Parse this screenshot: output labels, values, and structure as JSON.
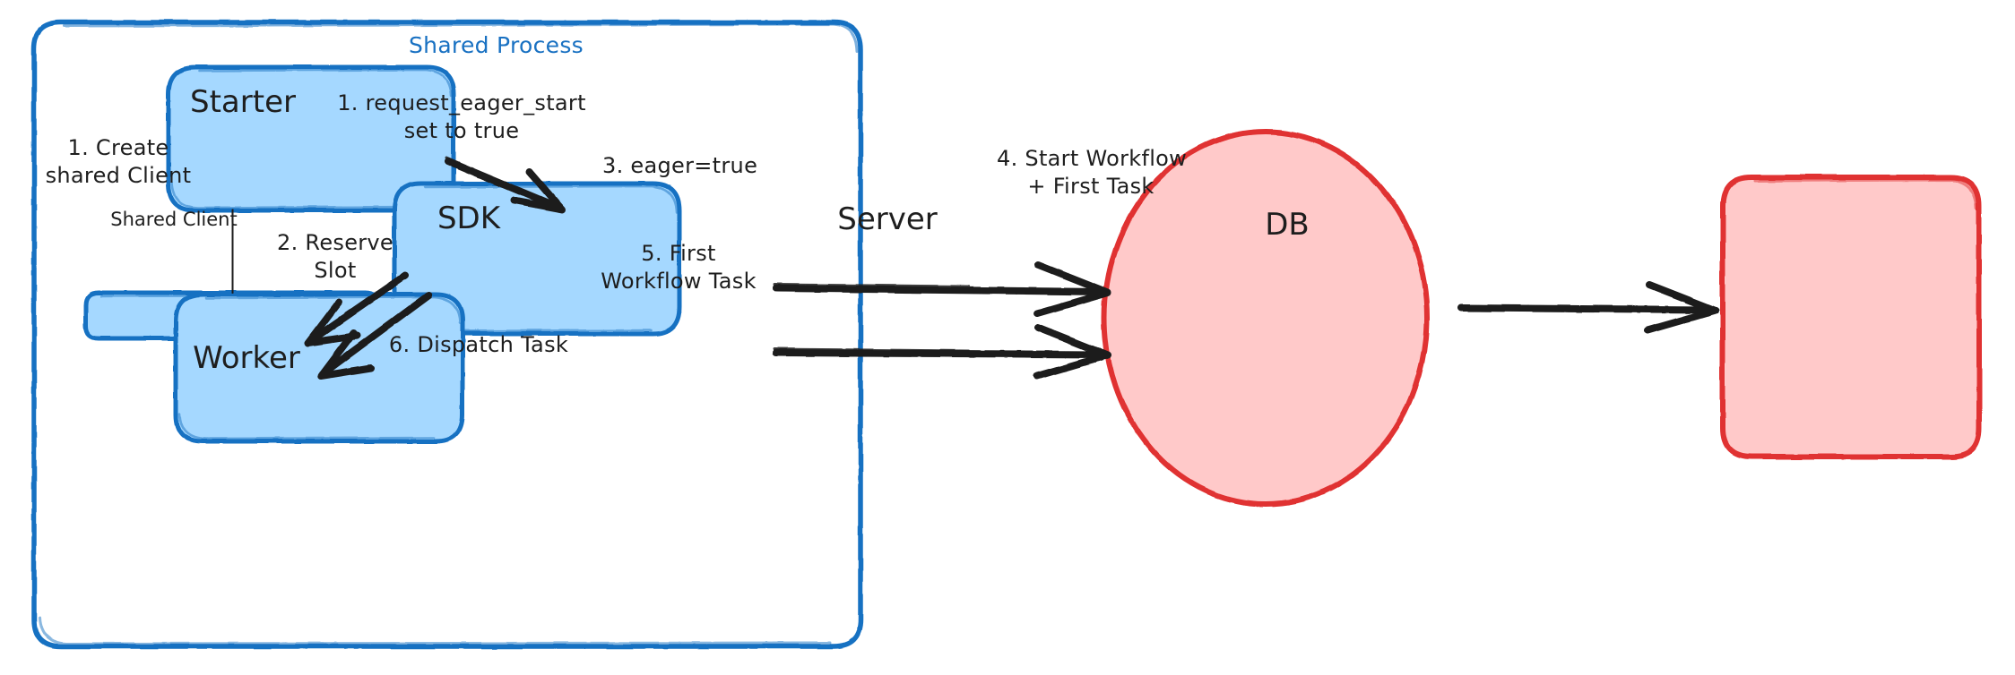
{
  "diagram": {
    "title": "Eager Workflow Start — Shared Process Flow",
    "style": "hand-drawn",
    "background": "#ffffff",
    "colors": {
      "blue_fill": "#a5d8ff",
      "blue_stroke": "#1971c2",
      "red_fill": "#ffc9c9",
      "red_stroke": "#e03131",
      "text": "#1e1e1e",
      "arrow": "#1e1e1e"
    }
  },
  "group": {
    "name": "shared-process",
    "title": "Shared Process",
    "title_color": "#1971c2"
  },
  "nodes": [
    {
      "id": "starter",
      "label": "Starter",
      "shape": "rounded-rect",
      "fill": "#a5d8ff",
      "stroke": "#1971c2"
    },
    {
      "id": "shared_client",
      "label": "Shared Client",
      "shape": "rounded-rect",
      "fill": "#a5d8ff",
      "stroke": "#1971c2"
    },
    {
      "id": "sdk",
      "label": "SDK",
      "shape": "rounded-rect",
      "fill": "#a5d8ff",
      "stroke": "#1971c2"
    },
    {
      "id": "worker",
      "label": "Worker",
      "shape": "rounded-rect",
      "fill": "#a5d8ff",
      "stroke": "#1971c2"
    },
    {
      "id": "server",
      "label": "Server",
      "shape": "ellipse",
      "fill": "#ffc9c9",
      "stroke": "#e03131"
    },
    {
      "id": "db",
      "label": "DB",
      "shape": "rounded-rect",
      "fill": "#ffc9c9",
      "stroke": "#e03131"
    }
  ],
  "edges": [
    {
      "id": "e1",
      "step": "1",
      "label": "1. Create\nshared Client",
      "from": "starter",
      "to": "shared_client",
      "arrow": false
    },
    {
      "id": "e2",
      "step": "1",
      "label": "1. request_eager_start\nset to true",
      "from": "starter",
      "to": "sdk",
      "arrow": true
    },
    {
      "id": "e3",
      "step": "2",
      "label": "2. Reserve\nSlot",
      "from": "sdk",
      "to": "worker",
      "arrow": true
    },
    {
      "id": "e4",
      "step": "3",
      "label": "3. eager=true",
      "from": "sdk",
      "to": "server",
      "arrow": true
    },
    {
      "id": "e5",
      "step": "4",
      "label": "4. Start Workflow\n+ First Task",
      "from": "server",
      "to": "db",
      "arrow": true
    },
    {
      "id": "e6",
      "step": "5",
      "label": "5. First\nWorkflow Task",
      "from": "server",
      "to": "sdk",
      "arrow": true
    },
    {
      "id": "e7",
      "step": "6",
      "label": "6. Dispatch Task",
      "from": "sdk",
      "to": "worker",
      "arrow": true
    }
  ],
  "labels": {
    "starter": "Starter",
    "shared_client": "Shared Client",
    "sdk": "SDK",
    "worker": "Worker",
    "server": "Server",
    "db": "DB",
    "shared_process": "Shared Process",
    "e_create": "1. Create\nshared Client",
    "e_eager_start": "1. request_eager_start\nset to true",
    "e_reserve": "2. Reserve\nSlot",
    "e_eager_true": "3. eager=true",
    "e_start_workflow": "4. Start Workflow\n+ First Task",
    "e_first_task": "5. First\nWorkflow Task",
    "e_dispatch": "6. Dispatch Task"
  }
}
